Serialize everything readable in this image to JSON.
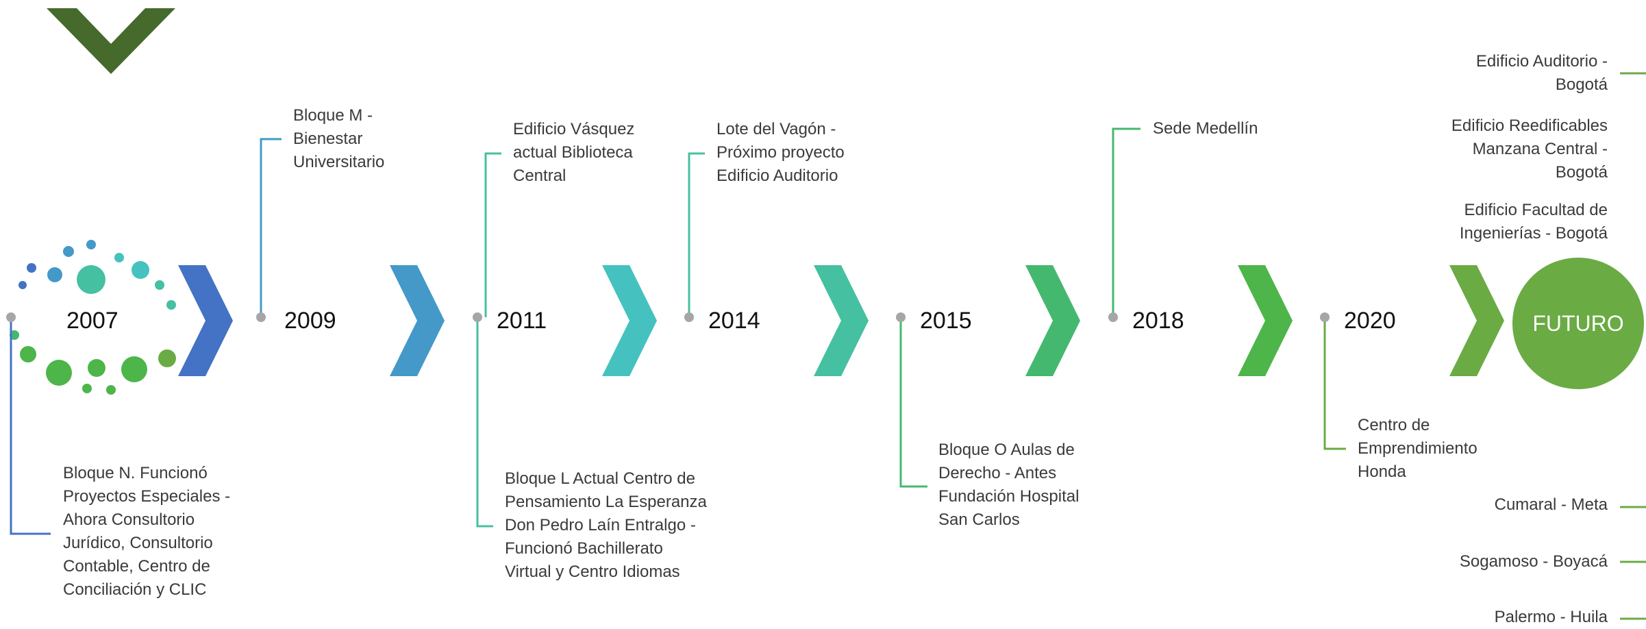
{
  "colors": {
    "top_chevron": "#46692c",
    "c1": "#4472c4",
    "c2": "#4499c8",
    "c3": "#45c2c0",
    "c4": "#45c0a0",
    "c5": "#45b870",
    "c6": "#4db54a",
    "c7": "#6aab44",
    "futuro": "#6aab44",
    "marker": "#a6a6a6"
  },
  "years": [
    "2007",
    "2009",
    "2011",
    "2014",
    "2015",
    "2018",
    "2020"
  ],
  "futuro": "FUTURO",
  "events": {
    "e2007_bottom": "Bloque N. Funcionó\nProyectos Especiales -\nAhora Consultorio\nJurídico, Consultorio\nContable, Centro de\nConciliación y CLIC",
    "e2009_top": "Bloque M -\nBienestar\nUniversitario",
    "e2011_top": "Edificio Vásquez\nactual Biblioteca\nCentral",
    "e2011_bottom": "Bloque L  Actual Centro de\nPensamiento La Esperanza\nDon Pedro Laín Entralgo -\nFuncionó Bachillerato\nVirtual y Centro Idiomas",
    "e2014_top": "Lote del Vagón -\nPróximo proyecto\nEdificio Auditorio",
    "e2015_bottom": "Bloque O Aulas de\nDerecho - Antes\nFundación Hospital\nSan Carlos",
    "e2018_top": "Sede Medellín",
    "e2020_bottom": "Centro de\nEmprendimiento\nHonda"
  },
  "future_items": {
    "auditorio": "Edificio Auditorio -\nBogotá",
    "reedificables": "Edificio Reedificables\nManzana Central -\nBogotá",
    "ingenierias": "Edificio Facultad de\nIngenierías - Bogotá",
    "cumaral": "Cumaral - Meta",
    "sogamoso": "Sogamoso - Boyacá",
    "palermo": "Palermo - Huila"
  }
}
